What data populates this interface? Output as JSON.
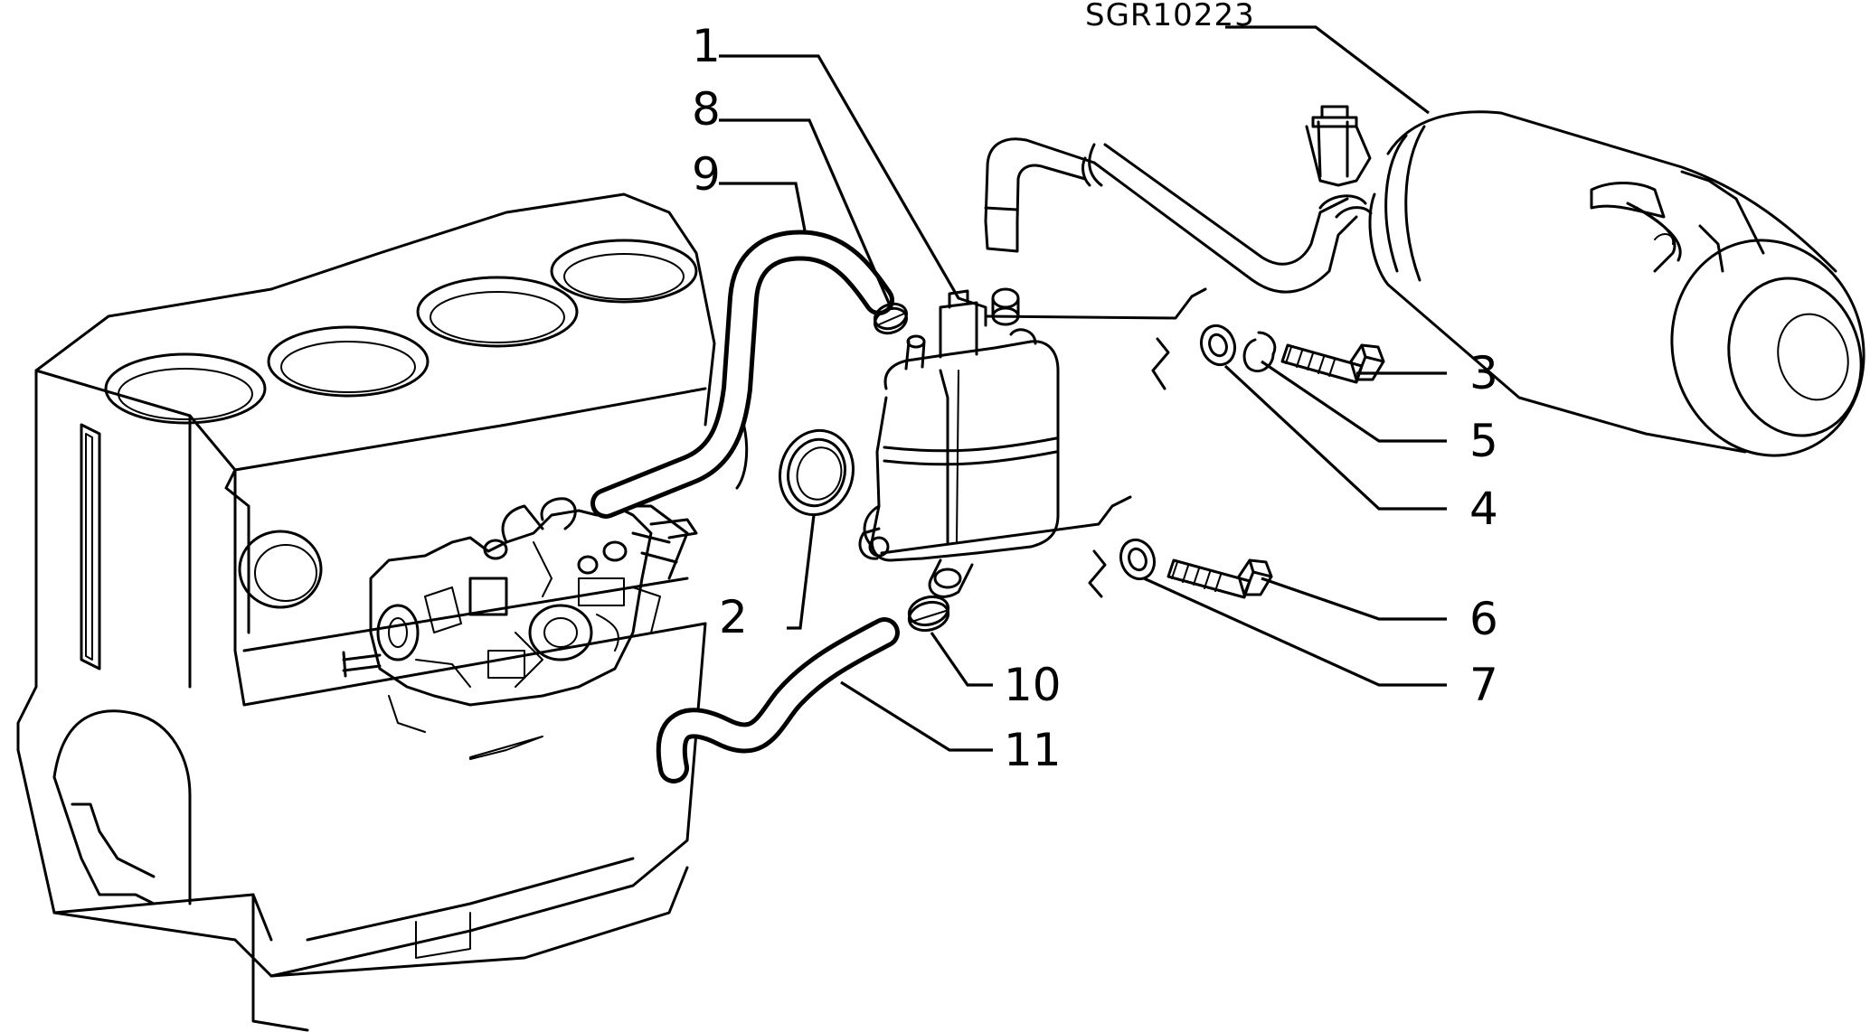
{
  "drawing": {
    "reference_code": "SGR10223"
  },
  "callouts": [
    {
      "id": "1",
      "label": "1"
    },
    {
      "id": "2",
      "label": "2"
    },
    {
      "id": "3",
      "label": "3"
    },
    {
      "id": "4",
      "label": "4"
    },
    {
      "id": "5",
      "label": "5"
    },
    {
      "id": "6",
      "label": "6"
    },
    {
      "id": "7",
      "label": "7"
    },
    {
      "id": "8",
      "label": "8"
    },
    {
      "id": "9",
      "label": "9"
    },
    {
      "id": "10",
      "label": "10"
    },
    {
      "id": "11",
      "label": "11"
    }
  ],
  "colors": {
    "line": "#000000",
    "background": "#ffffff"
  }
}
